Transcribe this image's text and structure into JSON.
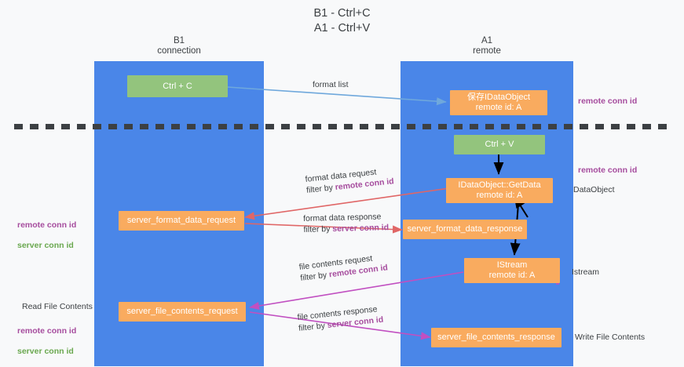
{
  "title": "B1 - Ctrl+C\nA1 - Ctrl+V",
  "lanes": [
    {
      "id": "b1",
      "label": "B1\nconnection"
    },
    {
      "id": "a1",
      "label": "A1\nremote"
    }
  ],
  "nodes": [
    {
      "id": "ctrl-c",
      "label": "Ctrl + C"
    },
    {
      "id": "store-idataobject",
      "label": "保存IDataObject\nremote id: A"
    },
    {
      "id": "ctrl-v",
      "label": "Ctrl + V"
    },
    {
      "id": "idataobject-getdata",
      "label": "IDataObject::GetData\nremote id: A"
    },
    {
      "id": "server-format-data-request",
      "label": "server_format_data_request"
    },
    {
      "id": "server-format-data-response",
      "label": "server_format_data_response"
    },
    {
      "id": "istream",
      "label": "IStream\nremote id: A"
    },
    {
      "id": "server-file-contents-request",
      "label": "server_file_contents_request"
    },
    {
      "id": "server-file-contents-response",
      "label": "server_file_contents_response"
    }
  ],
  "edges": [
    {
      "id": "format-list",
      "line1": "format list",
      "line1b": ""
    },
    {
      "id": "format-data-request",
      "line1": "format data request",
      "line2": "filter by ",
      "line2b": "remote conn id"
    },
    {
      "id": "format-data-response",
      "line1": "format data response",
      "line2": "filter by ",
      "line2b": "server conn id"
    },
    {
      "id": "file-contents-request",
      "line1": "file contents request",
      "line2": "filter by ",
      "line2b": "remote conn id"
    },
    {
      "id": "file-contents-response",
      "line1": "file contents response",
      "line2": "filter by ",
      "line2b": "server conn id"
    }
  ],
  "annotations": {
    "right_remote_conn_id_top": "remote conn id",
    "right_remote_conn_id_mid": "remote conn id",
    "right_dataobject": "DataObject",
    "right_istream": "Istream",
    "right_write_file_contents": "Write File Contents",
    "left_conn_ids_mid_purple": "remote conn id",
    "left_conn_ids_mid_green": "server conn id",
    "left_read_file_contents": "Read File Contents",
    "left_conn_ids_bot_purple": "remote conn id",
    "left_conn_ids_bot_green": "server conn id"
  },
  "colors": {
    "lane": "#4a86e8",
    "green_node": "#93c47d",
    "orange_node": "#f9ab5f",
    "purple_text": "#a64d9e",
    "green_text": "#6aa84f",
    "blue_arrow": "#6fa8dc",
    "red_arrow": "#e06666",
    "magenta_arrow": "#c14fc1",
    "black_arrow": "#000000",
    "background": "#f8f9fa"
  }
}
